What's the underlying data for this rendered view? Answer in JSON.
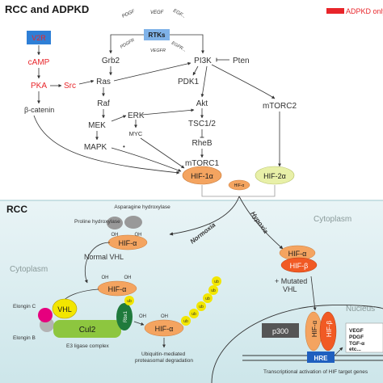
{
  "sections": {
    "top_title": "RCC and ADPKD",
    "bottom_title": "RCC"
  },
  "legend": {
    "label": "ADPKD only",
    "color": "#e8252a"
  },
  "colors": {
    "adpkd_red": "#e8252a",
    "v2r_fill": "#2e7fd6",
    "rtk_fill": "#7fb2e8",
    "hif_orange": "#f4a460",
    "hif_green": "#e8f0a8",
    "vhl_yellow": "#f2e600",
    "cul2_green": "#8dc63f",
    "rbx_green": "#1f7a3c",
    "elongin_c": "#e6007e",
    "elongin_b": "#b3b3b3",
    "hre_blue": "#1f5fbf",
    "bottom_bg": "#d7ecef",
    "ub_yellow": "#f2e600"
  },
  "top": {
    "v2r": "V2R",
    "camp": "cAMP",
    "pka": "PKA",
    "src": "Src",
    "beta_catenin": "β-catenin",
    "rtks": "RTKs",
    "pdgf": "PDGF",
    "vegf": "VEGF",
    "egf": "EGF...",
    "pdgfr": "PDGFR",
    "vegfr": "VEGFR",
    "egfr": "EGFR...",
    "grb2": "Grb2",
    "ras": "Ras",
    "raf": "Raf",
    "mek": "MEK",
    "mapk": "MAPK",
    "erk": "ERK",
    "myc": "MYC",
    "pi3k": "PI3K",
    "pten": "Pten",
    "pdk1": "PDK1",
    "akt": "Akt",
    "tsc": "TSC1/2",
    "rheb": "RheB",
    "mtorc1": "mTORC1",
    "mtorc2": "mTORC2",
    "hif1a": "HIF-1α",
    "hifa_small": "HIF-α",
    "hif2a": "HIF-2α",
    "dot": "•"
  },
  "bottom": {
    "asparagine": "Asparagine hydroxylase",
    "proline": "Proline hydroxylase",
    "oh": "OH",
    "hifa": "HIF-α",
    "hifb": "HIF-β",
    "normal_vhl": "Normal VHL",
    "normoxia": "Normoxia",
    "hypoxia": "Hypoxia",
    "cytoplasm_left": "Cytoplasm",
    "cytoplasm_right": "Cytoplasm",
    "mutated_vhl": "+ Mutated VHL",
    "nucleus": "Nucleus",
    "elongin_c": "Elongin C",
    "elongin_b": "Elongin B",
    "vhl": "VHL",
    "cul2": "Cul2",
    "rbx1": "Rbx1",
    "ligase": "E3 ligase complex",
    "ub": "ub",
    "ubiquitin": "Ubiquitin-mediated proteasomal degradation",
    "p300": "p300",
    "hre": "HRE",
    "targets": [
      "VEGF",
      "PDGF",
      "TGF-α",
      "etc..."
    ],
    "transcription": "Transcriptional activation of HIF target genes"
  }
}
